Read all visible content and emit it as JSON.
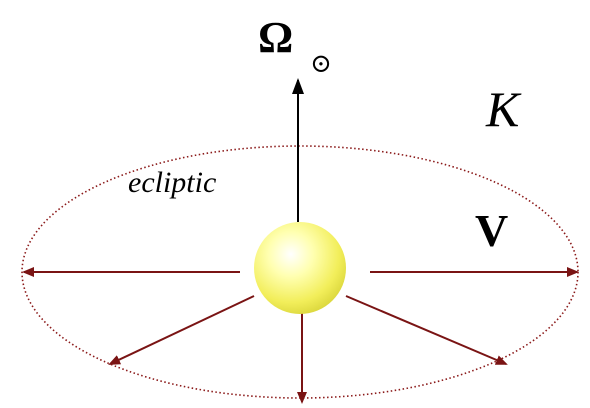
{
  "diagram": {
    "omega_label": "Ω",
    "sun_symbol": "⊙",
    "frame_label": "K",
    "ecliptic_label": "ecliptic",
    "velocity_label": "V",
    "colors": {
      "ecliptic": "#8b1a1a",
      "arrow": "#7a1414",
      "axis": "#000000",
      "sun_core": "#ffffff",
      "sun_mid": "#ffff99",
      "sun_edge": "#e6e04a"
    }
  }
}
